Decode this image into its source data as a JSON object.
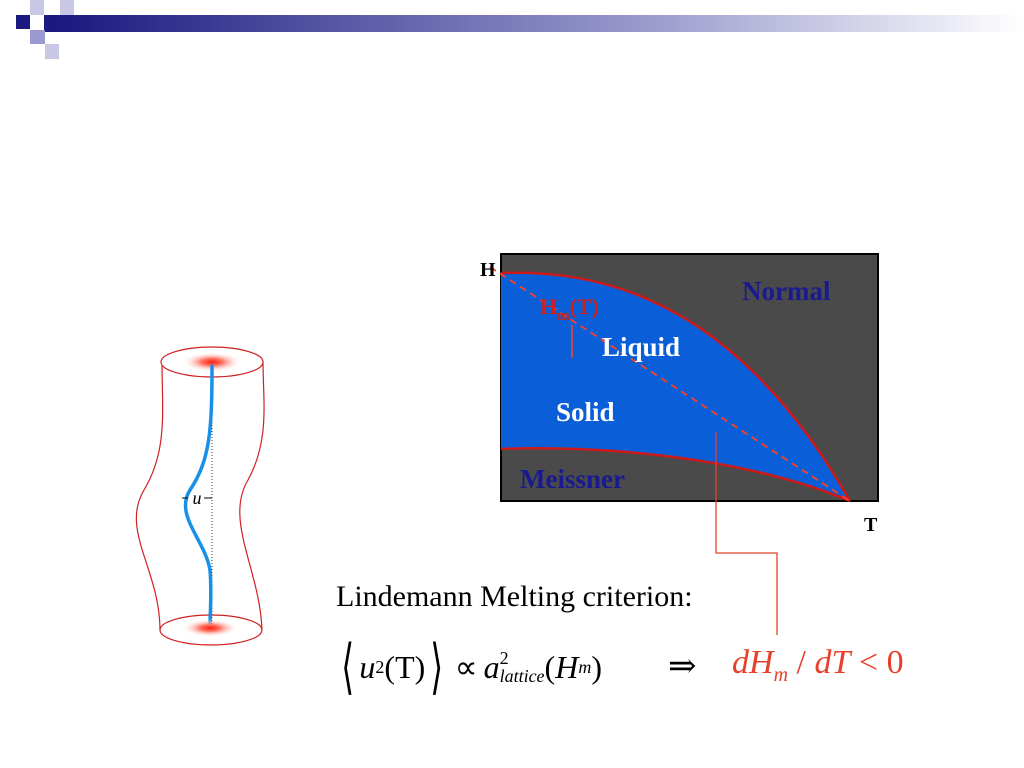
{
  "colors": {
    "header_navy": "#1a1a80",
    "header_light": "#9898cc",
    "phase_dark_bg": "#4a4a4a",
    "phase_blue": "#0a5fd8",
    "boundary_red": "#cc1a1a",
    "label_navy": "#1a1a90",
    "connector_orange": "#e8402a",
    "vortex_line_blue": "#1890e8"
  },
  "vortex": {
    "displacement_label": "u"
  },
  "phase_diagram": {
    "y_axis_label": "H",
    "x_axis_label": "T",
    "region_labels": {
      "normal": "Normal",
      "liquid": "Liquid",
      "solid": "Solid",
      "meissner": "Meissner"
    },
    "melting_line_label_main": "H",
    "melting_line_label_sub": "m",
    "melting_line_label_arg": "(T)"
  },
  "criterion": {
    "title": "Lindemann Melting criterion:",
    "formula": {
      "var": "u",
      "power": "2",
      "arg": "(T)",
      "proportional": "∝",
      "a": "a",
      "a_power": "2",
      "a_sub": "lattice",
      "open": "(",
      "H": "H",
      "H_sub": "m",
      "close": ")"
    },
    "implies_symbol": "⇒",
    "result": {
      "dH": "dH",
      "sub": "m",
      "slash": " / ",
      "dT": "dT",
      "lt": " < ",
      "zero": "0"
    }
  }
}
